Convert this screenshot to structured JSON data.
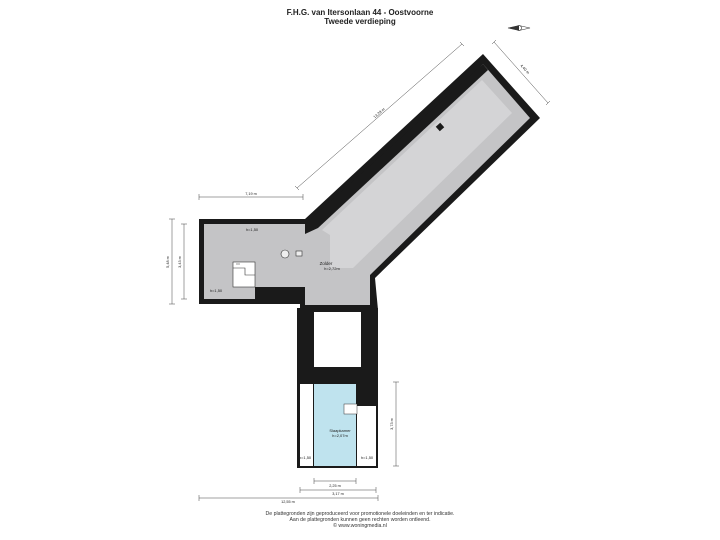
{
  "header": {
    "address": "F.H.G. van Itersonlaan 44 - Oostvoorne",
    "floor": "Tweede verdieping"
  },
  "rooms": {
    "zolder": {
      "name": "Zolder",
      "height": "h=2,72m"
    },
    "slaapkamer": {
      "name": "Slaapkamer",
      "height": "h=2,07m"
    }
  },
  "height_marks": {
    "left_top": "h=1,50",
    "left_bottom": "h=1,50",
    "sk_left": "h=1,50",
    "sk_right": "h=1,50"
  },
  "dimensions": {
    "diag_long": "13,28 m",
    "diag_short": "4,40 m",
    "top_width": "7,19 m",
    "left_height": "5,48 m",
    "left_inner": "3,43 m",
    "right_height": "3,73 m",
    "inner_width_1": "2,25 m",
    "inner_width_2": "3,17 m",
    "total_width": "12,55 m"
  },
  "footer": {
    "line1": "De plattegronden zijn geproduceerd voor promotionele doeleinden en ter indicatie.",
    "line2": "Aan de plattegronden kunnen geen rechten worden ontleend.",
    "line3": "© www.woningmedia.nl"
  },
  "colors": {
    "wall": "#1a1a1a",
    "floor": "#c4c4c6",
    "floor_light": "#d8d8da",
    "bedroom": "#bfe3ee",
    "dim_line": "#444444"
  }
}
